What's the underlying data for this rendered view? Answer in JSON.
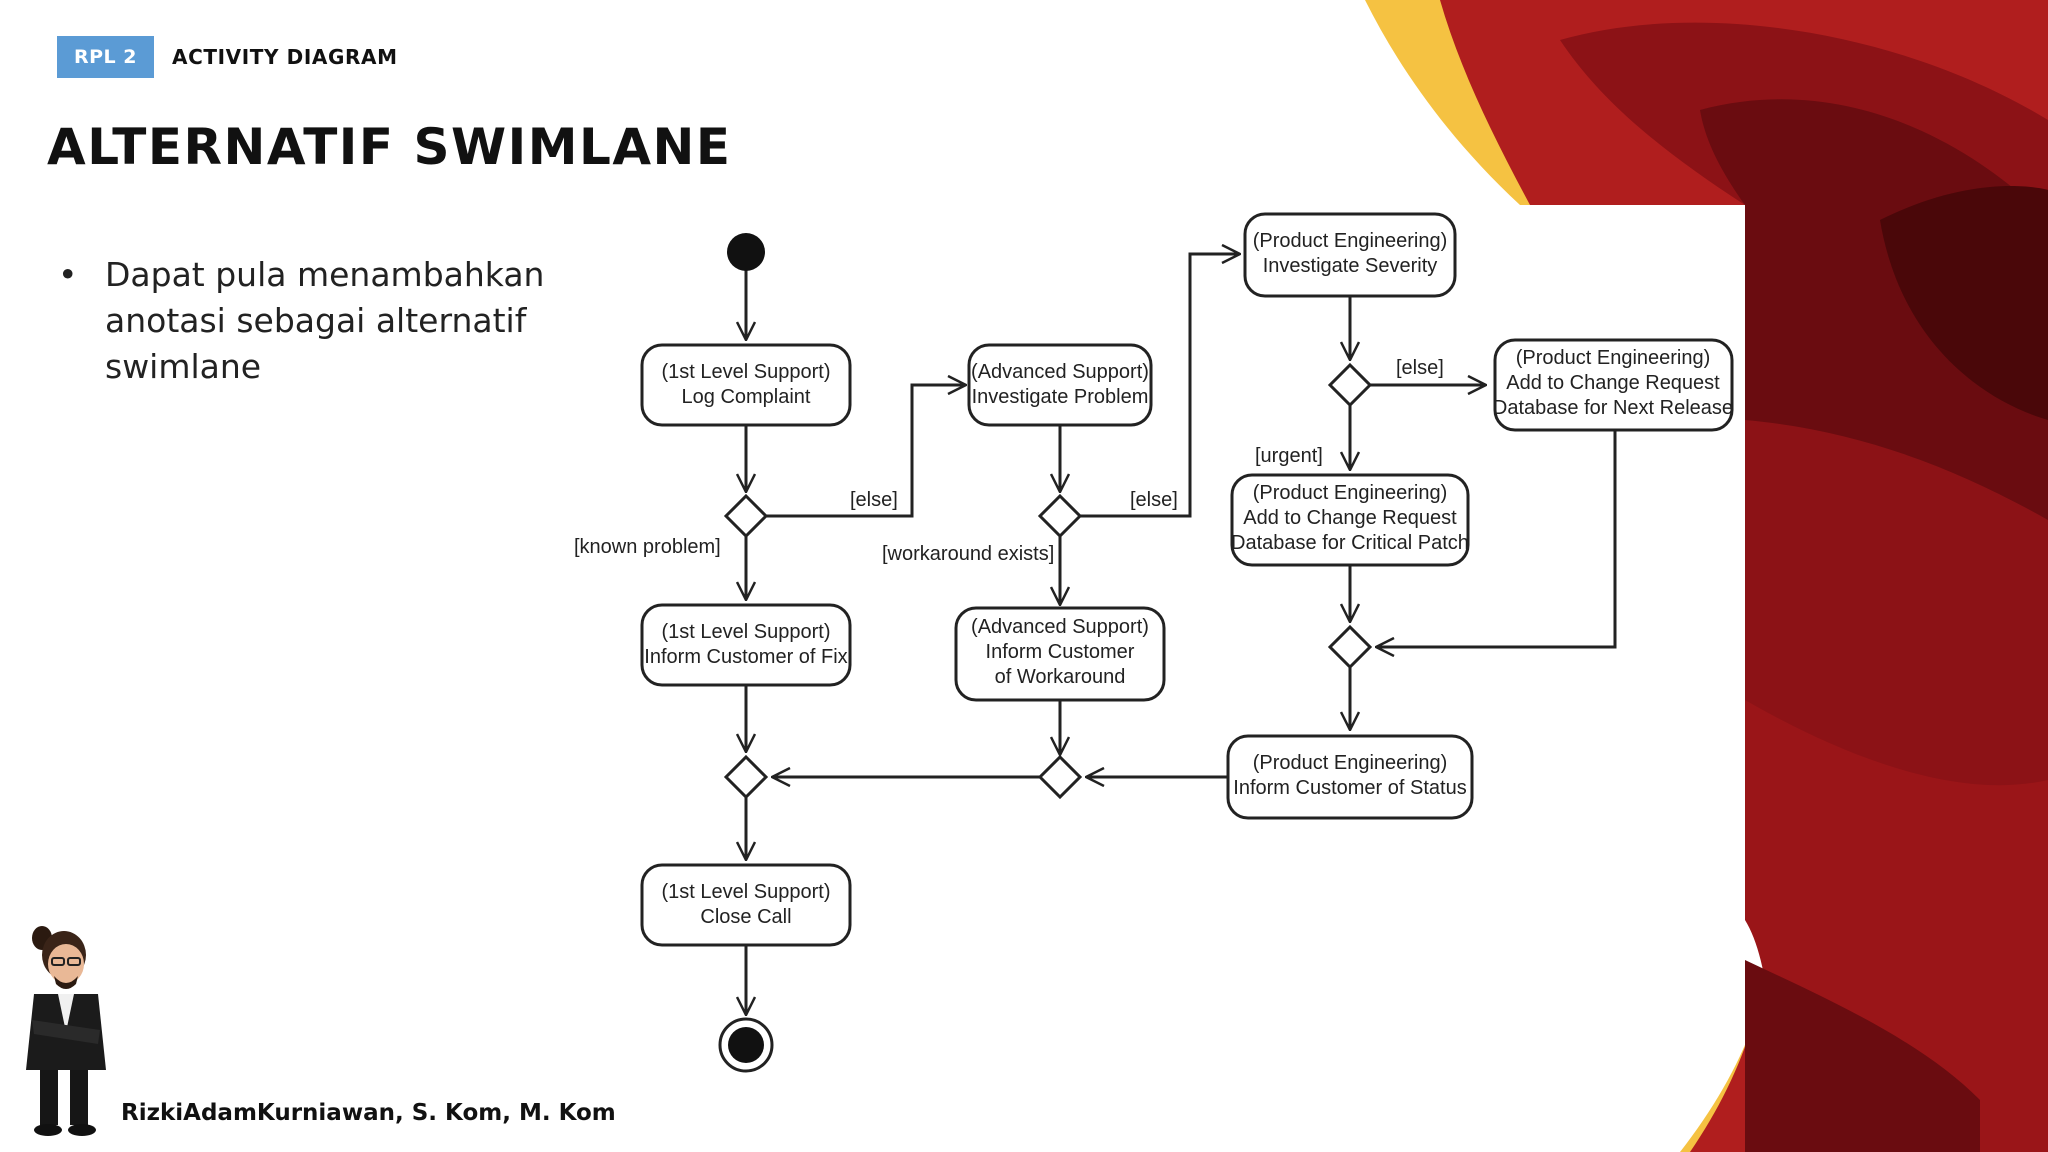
{
  "header": {
    "badge": "RPL 2",
    "section": "ACTIVITY DIAGRAM"
  },
  "title": "ALTERNATIF SWIMLANE",
  "bullets": [
    "Dapat pula menambahkan anotasi sebagai alternatif swimlane"
  ],
  "diagram": {
    "nodes": [
      {
        "id": "log-complaint",
        "lines": [
          "(1st Level Support)",
          "Log Complaint"
        ]
      },
      {
        "id": "investigate-problem",
        "lines": [
          "(Advanced Support)",
          "Investigate Problem"
        ]
      },
      {
        "id": "investigate-severity",
        "lines": [
          "(Product Engineering)",
          "Investigate Severity"
        ]
      },
      {
        "id": "next-release",
        "lines": [
          "(Product Engineering)",
          "Add to Change Request",
          "Database for Next Release"
        ]
      },
      {
        "id": "critical-patch",
        "lines": [
          "(Product Engineering)",
          "Add to Change Request",
          "Database for Critical Patch"
        ]
      },
      {
        "id": "inform-fix",
        "lines": [
          "(1st Level Support)",
          "Inform Customer of Fix"
        ]
      },
      {
        "id": "inform-workaround",
        "lines": [
          "(Advanced Support)",
          "Inform Customer",
          "of Workaround"
        ]
      },
      {
        "id": "inform-status",
        "lines": [
          "(Product Engineering)",
          "Inform Customer of Status"
        ]
      },
      {
        "id": "close-call",
        "lines": [
          "(1st Level Support)",
          "Close Call"
        ]
      }
    ],
    "guards": {
      "else1": "[else]",
      "known_problem": "[known problem]",
      "else2": "[else]",
      "workaround_exists": "[workaround exists]",
      "else3": "[else]",
      "urgent": "[urgent]"
    }
  },
  "footer": {
    "author": "RizkiAdamKurniawan, S. Kom, M. Kom"
  },
  "colors": {
    "badge": "#5b9bd5",
    "accent_yellow": "#f5c242",
    "accent_red": "#a3191b",
    "accent_dark": "#5e0a0e"
  }
}
